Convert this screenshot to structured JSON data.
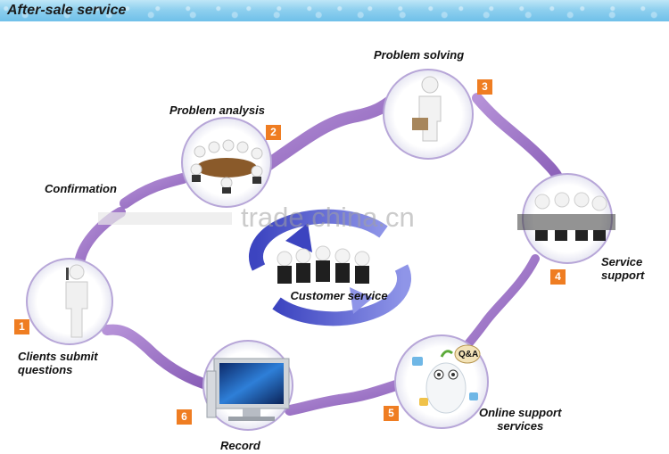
{
  "header": {
    "title": "After-sale service"
  },
  "center": {
    "label": "Customer service"
  },
  "watermark": "trade.china.cn",
  "steps": [
    {
      "number": "1",
      "label_line1": "Clients submit",
      "label_line2": "questions"
    },
    {
      "number": "2",
      "label": "Problem analysis"
    },
    {
      "number": "3",
      "label": "Problem solving"
    },
    {
      "number": "4",
      "label_line1": "Service",
      "label_line2": "support"
    },
    {
      "number": "5",
      "label_line1": "Online support",
      "label_line2": "services"
    },
    {
      "number": "6",
      "label": "Record"
    }
  ],
  "confirmation_label": "Confirmation",
  "qa_badge": "Q&A",
  "colors": {
    "ribbon": "#9a6fc0",
    "badge": "#ef7d22",
    "arrow": "#5a5fc8",
    "header": "#7fc8ec"
  }
}
